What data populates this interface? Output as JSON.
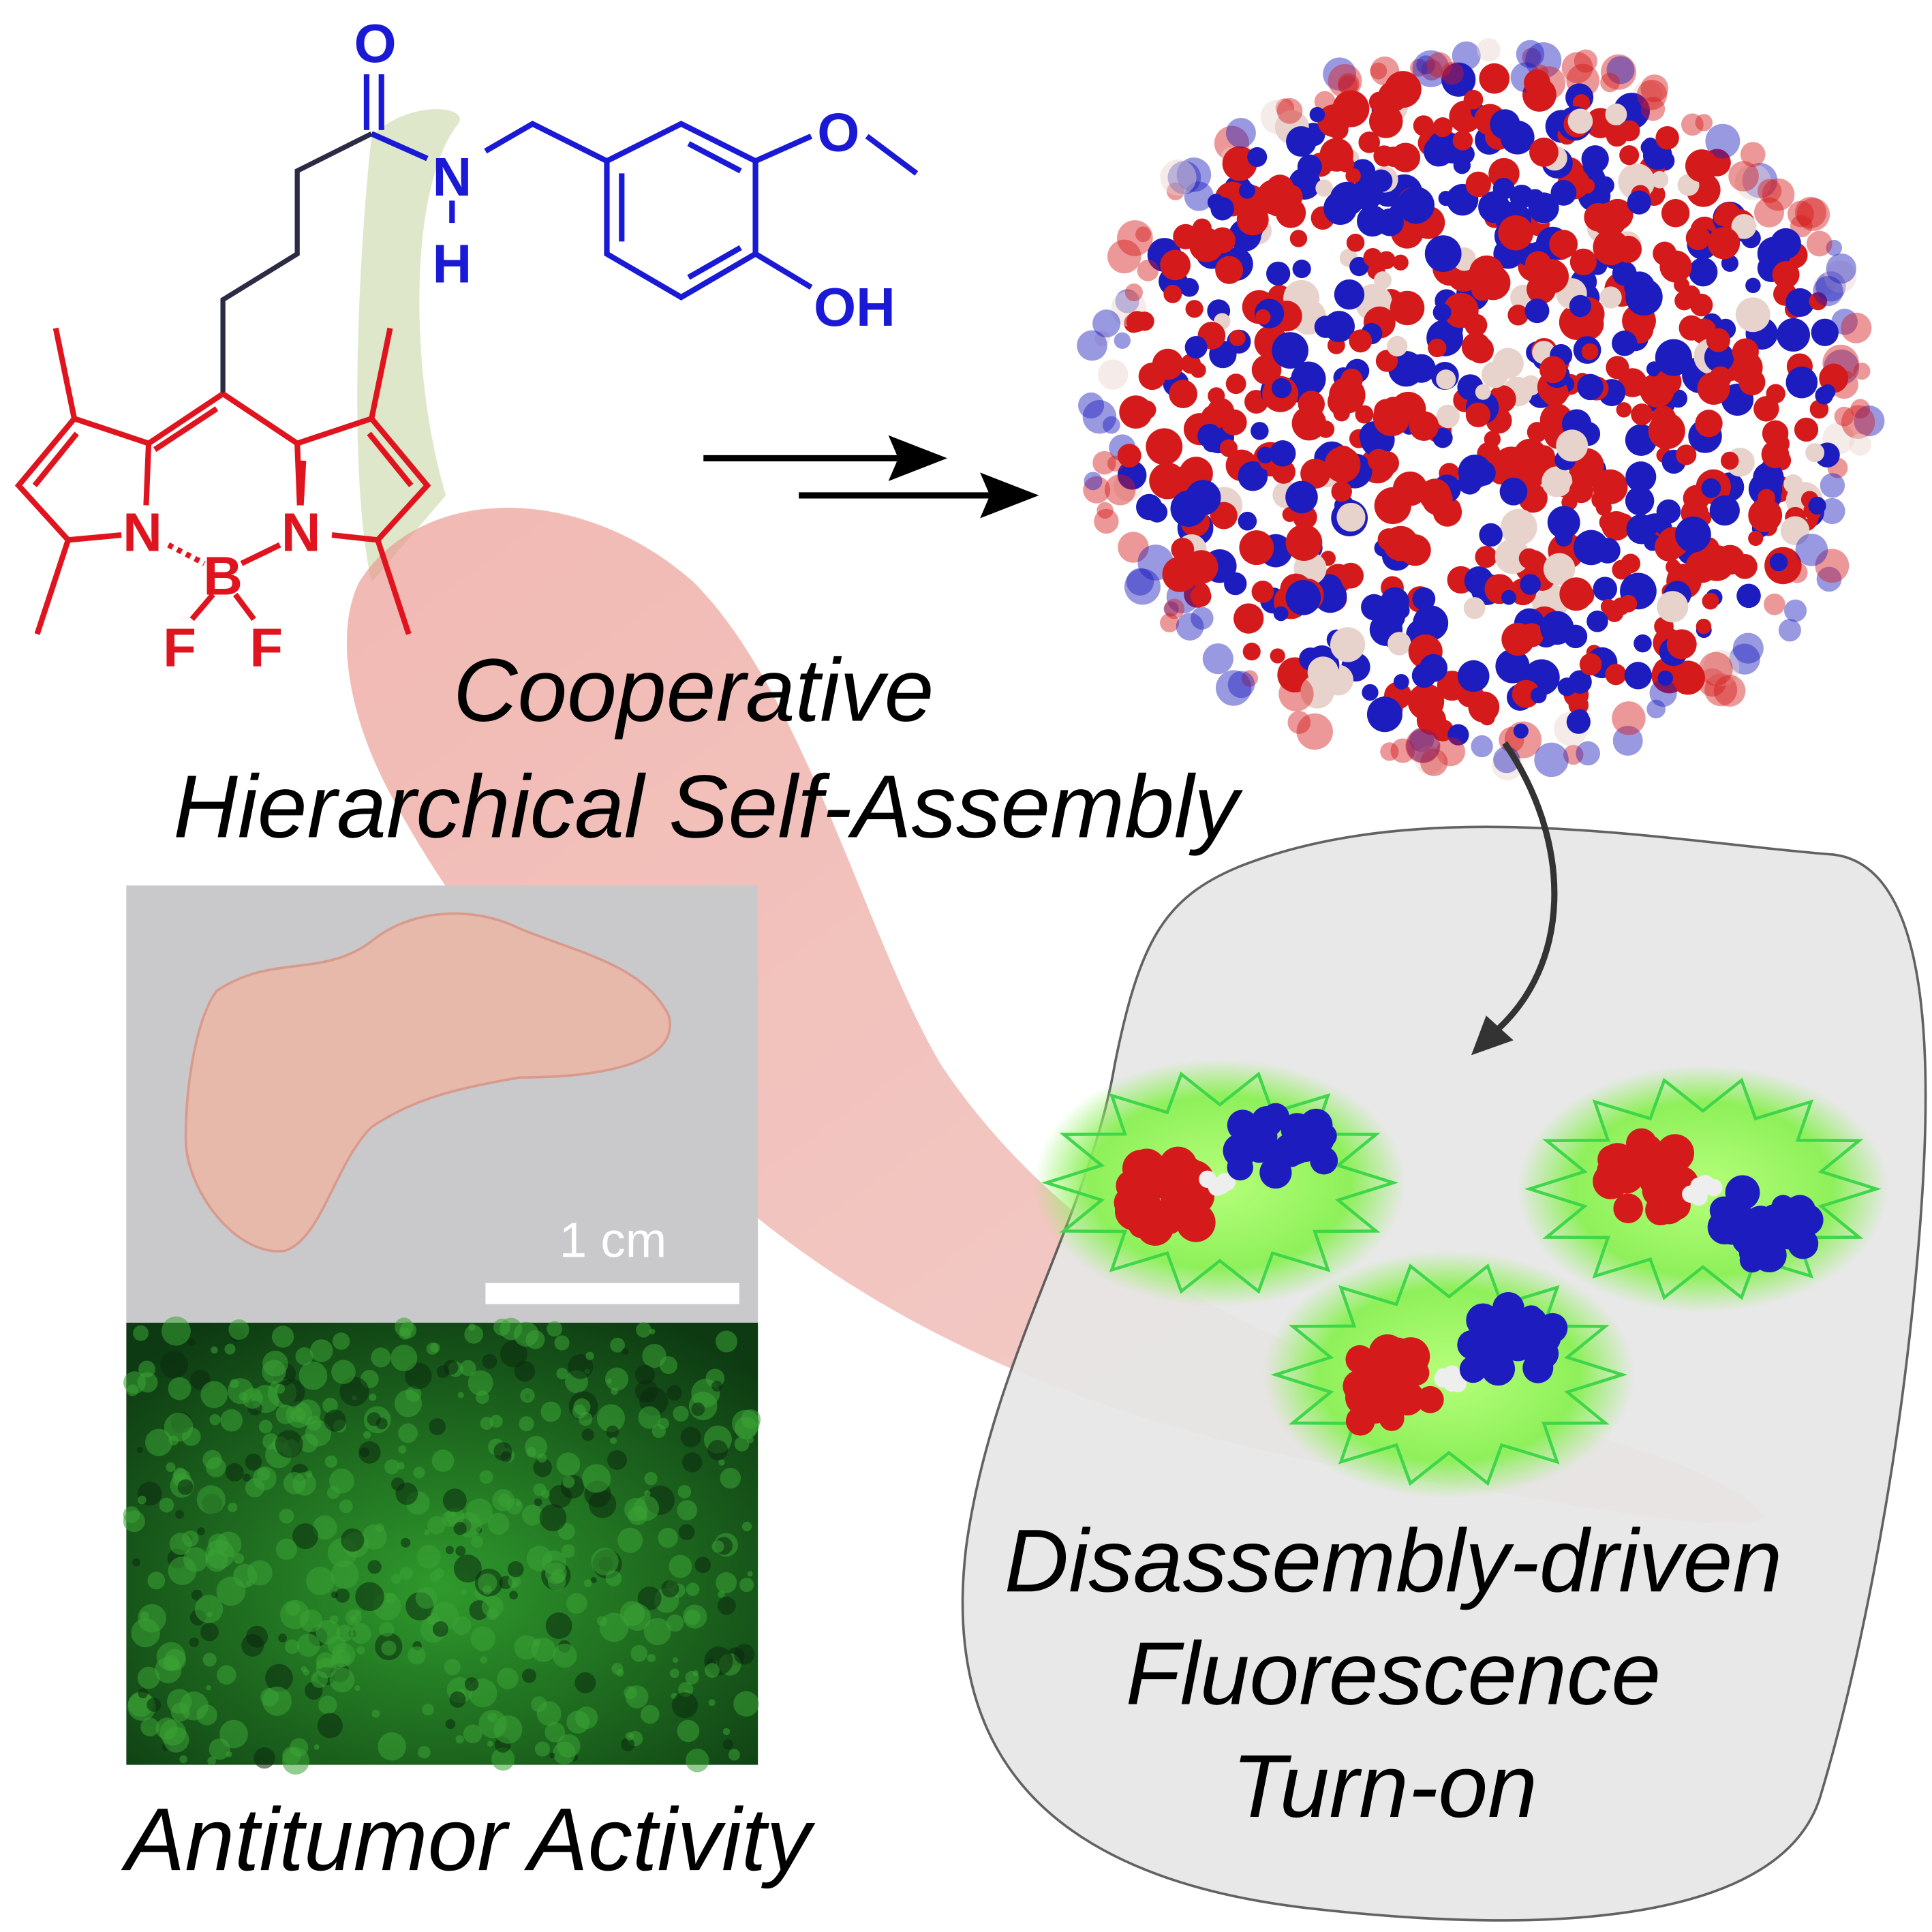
{
  "structure": {
    "carbonyl_o": "O",
    "amide_n": "N",
    "amide_h": "H",
    "methoxy_o": "O",
    "hydroxyl": "OH",
    "bodipy_n_left": "N",
    "bodipy_n_right": "N",
    "boron": "B",
    "fluorine_left": "F",
    "fluorine_right": "F"
  },
  "labels": {
    "assembly_line1": "Cooperative",
    "assembly_line2": "Hierarchical Self-Assembly",
    "antitumor": "Antitumor Activity",
    "disassembly_line1": "Disassembly-driven",
    "disassembly_line2": "Fluorescence",
    "disassembly_line3": "Turn-on"
  },
  "photo": {
    "scale_bar_label": "1 cm"
  },
  "colors": {
    "bodipy": "#e0141e",
    "capsaicin": "#1a1ad6",
    "glow": "#7de84a",
    "blob": "#e6e6e6"
  }
}
